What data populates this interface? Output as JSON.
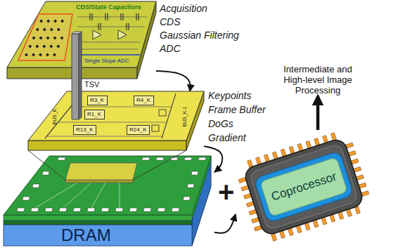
{
  "diagram": {
    "nodes": [
      {
        "text": [
          "CDS/State Capacitors",
          "Single Slope ADC"
        ]
      },
      {
        "text": [
          "BUS_K",
          "BUS_K-1"
        ]
      },
      {
        "text": [
          "R3_K"
        ],
        "in": 1
      },
      {
        "text": [
          "R4_K"
        ],
        "in": 1
      },
      {
        "text": [
          "R1_K"
        ],
        "in": 1
      },
      {
        "text": [
          "R13_K"
        ],
        "in": 1
      },
      {
        "text": [
          "R24_K"
        ],
        "in": 1
      },
      {
        "text": [
          "DRAM"
        ]
      },
      {
        "text": [
          "Coprocessor"
        ]
      },
      {
        "text": [
          "Intermediate and High-level Image Processing"
        ]
      }
    ],
    "edges": [
      {
        "from": 0,
        "to": 1,
        "arrow": "to"
      },
      {
        "from": 1,
        "to": 7,
        "arrow": "to"
      },
      {
        "from": 7,
        "to": 8,
        "arrow": "to"
      },
      {
        "from": 8,
        "to": 9,
        "arrow": "to"
      }
    ],
    "labels": [
      "Acquisition",
      "CDS",
      "Gaussian Filtering",
      "ADC",
      "TSV",
      "Keypoints",
      "Frame Buffer",
      "DoGs",
      "Gradient",
      "+"
    ]
  }
}
